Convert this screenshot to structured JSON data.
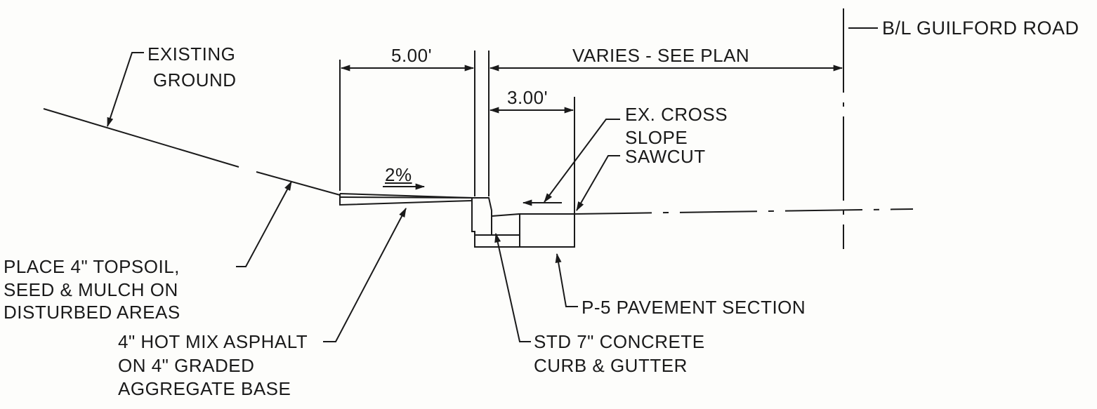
{
  "labels": {
    "baseline": "B/L GUILFORD ROAD",
    "dim_walk": "5.00'",
    "dim_varies": "VARIES - SEE PLAN",
    "dim_gutter": "3.00'",
    "existing_ground": [
      "EXISTING",
      "GROUND"
    ],
    "ex_cross_slope": [
      "EX. CROSS",
      "SLOPE"
    ],
    "sawcut": "SAWCUT",
    "slope": "2%",
    "topsoil": [
      "PLACE 4\" TOPSOIL,",
      "SEED & MULCH ON",
      "DISTURBED AREAS"
    ],
    "asphalt": [
      "4\" HOT MIX ASPHALT",
      "ON 4\" GRADED",
      "AGGREGATE BASE"
    ],
    "pavement": "P-5 PAVEMENT SECTION",
    "curb": [
      "STD 7\" CONCRETE",
      "CURB & GUTTER"
    ]
  },
  "colors": {
    "ink": "#1a1a1a",
    "paper": "#fdfdfb"
  }
}
